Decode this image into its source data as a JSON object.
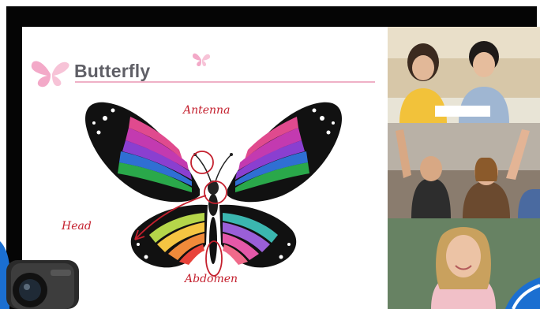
{
  "slide": {
    "title": "Butterfly",
    "labels": {
      "antenna": "Antenna",
      "head": "Head",
      "abdomen": "Abdomen"
    }
  },
  "colors": {
    "title_text": "#5f5f66",
    "title_underline": "#efb0c6",
    "decor_butterfly": "#f3a9c8",
    "annotation_red": "#c4202e",
    "frame": "#050505"
  },
  "icons": {
    "title_left": "butterfly-icon",
    "title_right": "small-butterfly-icon",
    "bottom_left": "webcam-icon"
  }
}
